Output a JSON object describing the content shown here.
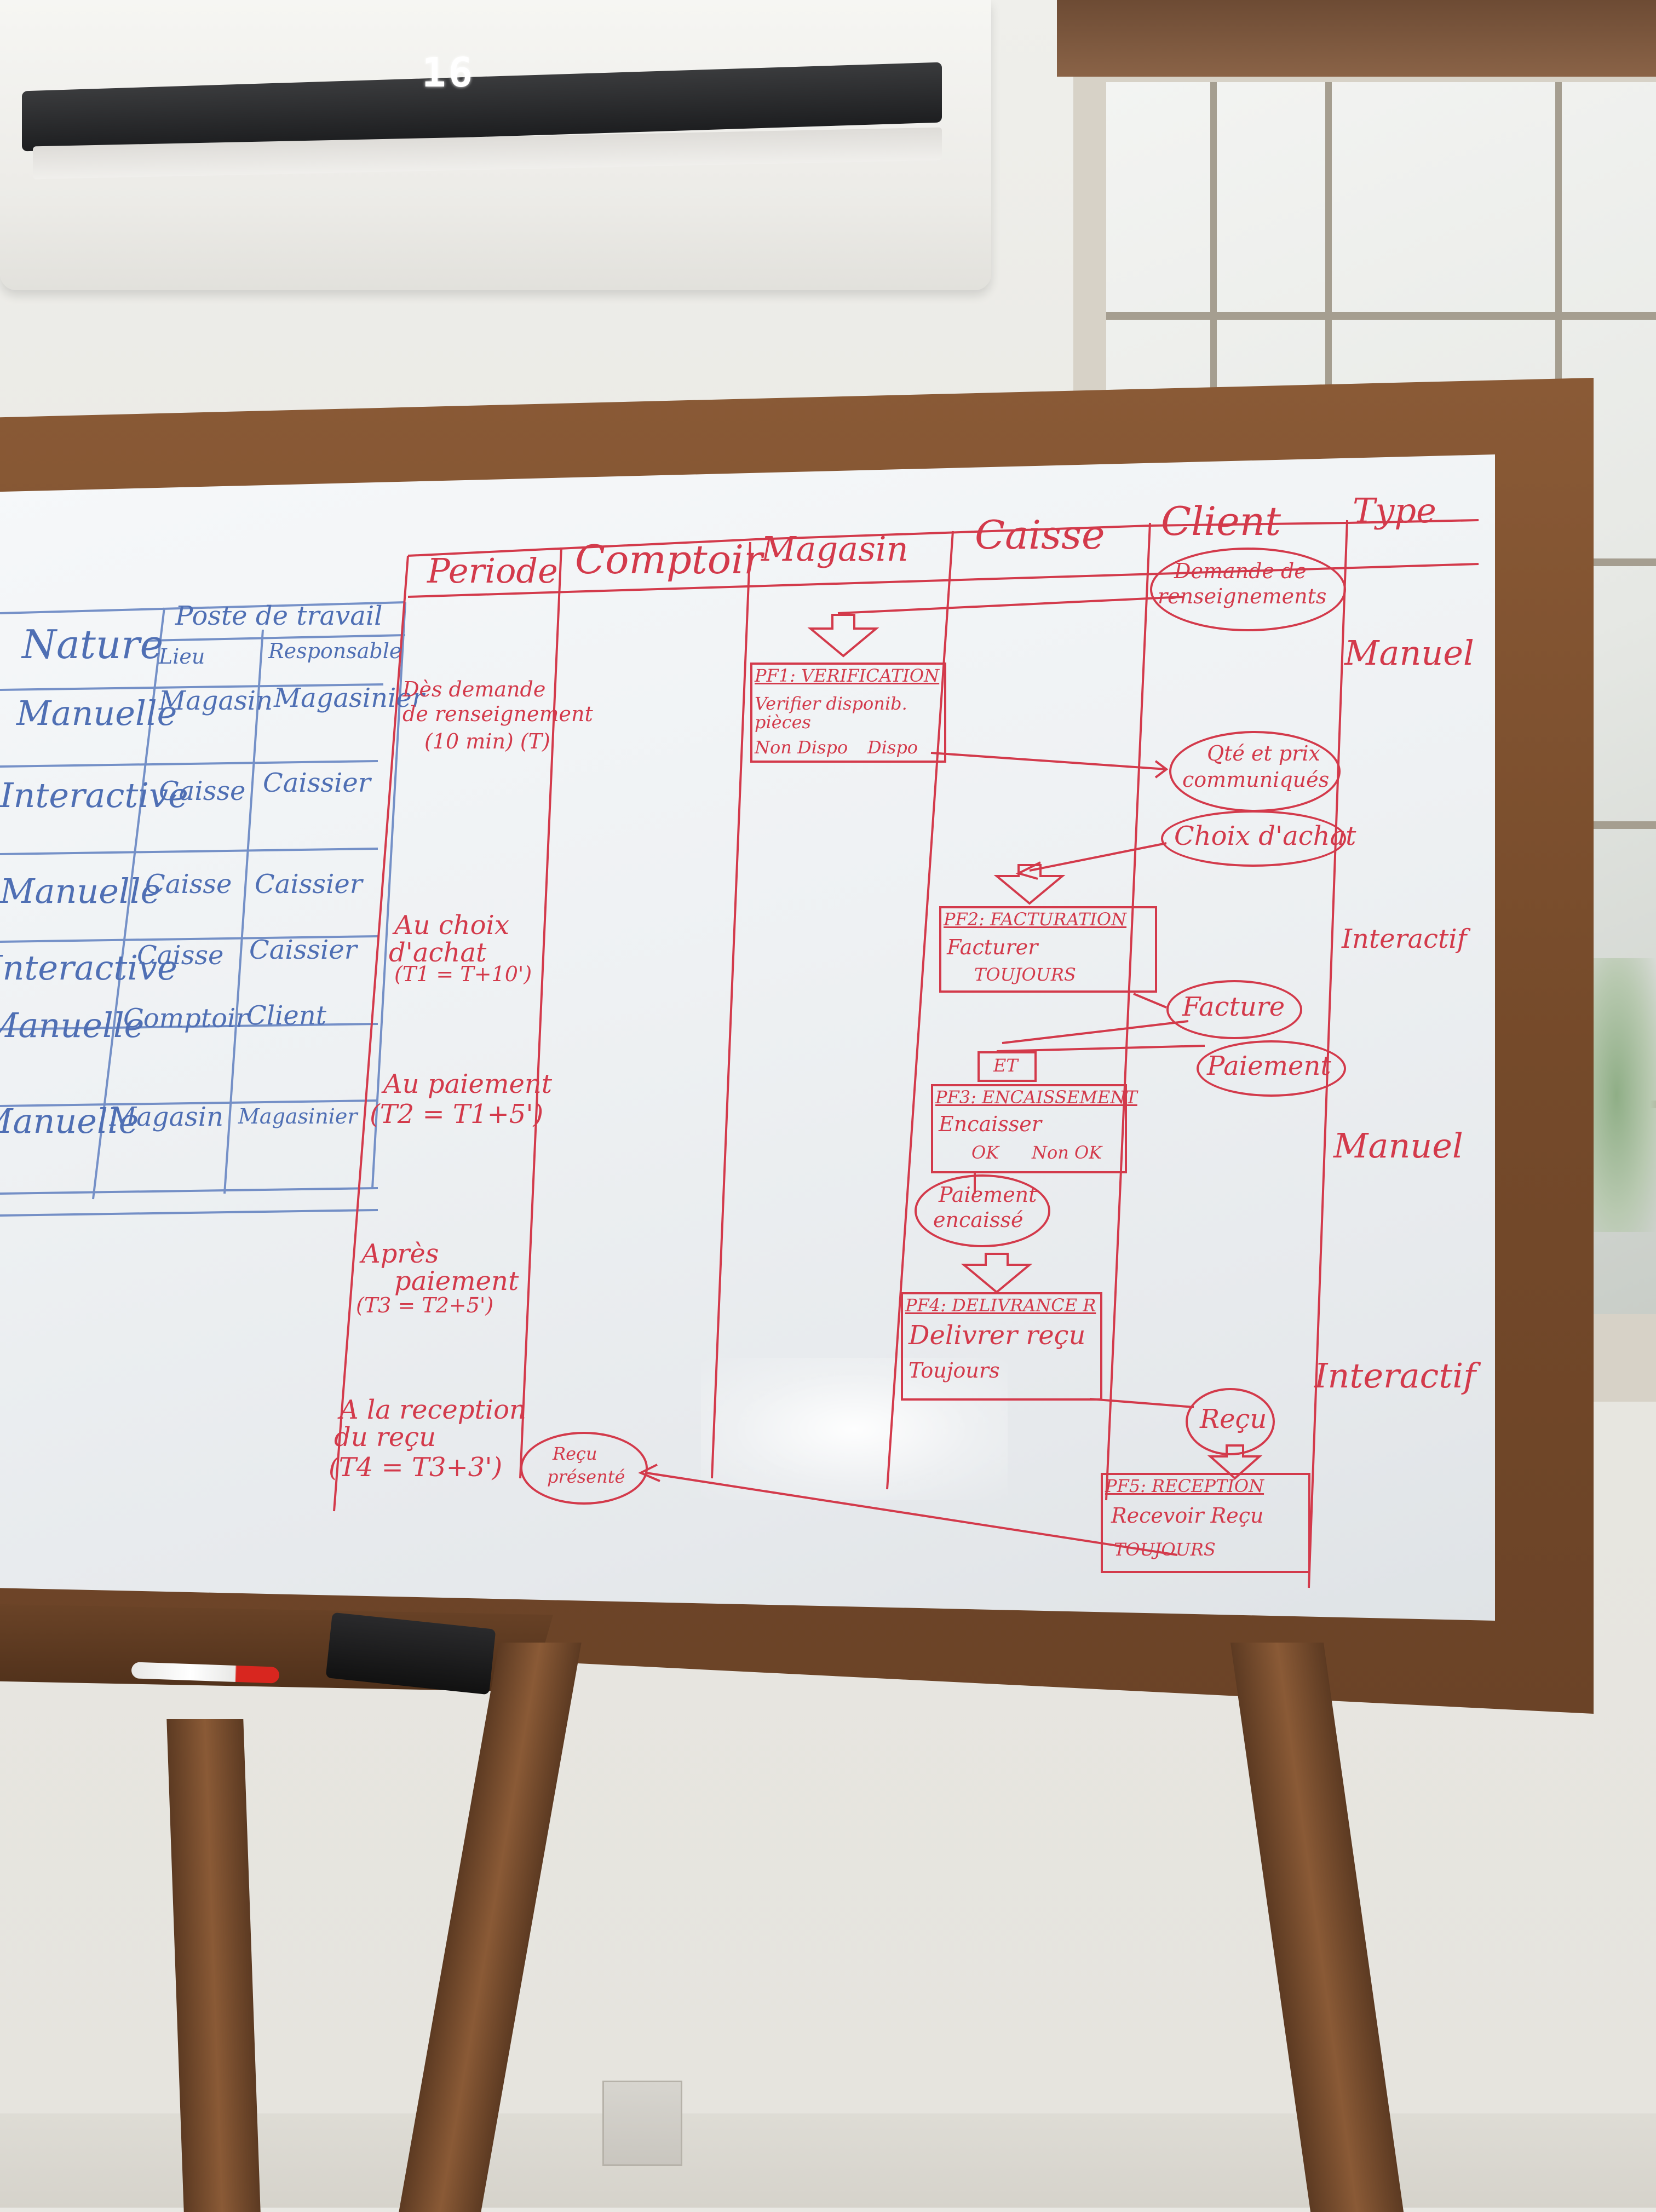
{
  "ac": {
    "temperature": "16"
  },
  "left_table": {
    "headers": {
      "nature": "Nature",
      "poste": "Poste de travail",
      "lieu": "Lieu",
      "responsable": "Responsable"
    },
    "rows": [
      {
        "nature": "Manuelle",
        "lieu": "Magasin",
        "responsable": "Magasinier"
      },
      {
        "nature": "Interactive",
        "lieu": "Caisse",
        "responsable": "Caissier"
      },
      {
        "nature": "Manuelle",
        "lieu": "Caisse",
        "responsable": "Caissier"
      },
      {
        "nature": "Interactive",
        "lieu": "Caisse",
        "responsable": "Caissier"
      },
      {
        "nature": "Manuelle",
        "lieu": "Comptoir",
        "responsable": "Client"
      },
      {
        "nature": "Manuelle",
        "lieu": "Magasin",
        "responsable": "Magasinier"
      }
    ]
  },
  "diagram": {
    "columns": [
      "Periode",
      "Comptoir",
      "Magasin",
      "Caisse",
      "Client",
      "Type"
    ],
    "periods": [
      {
        "line1": "Dès demande",
        "line2": "de renseignement",
        "line3": "(10 min) (T)"
      },
      {
        "line1": "Au choix",
        "line2": "d'achat",
        "line3": "(T1 = T+10')"
      },
      {
        "line1": "Au paiement",
        "line2": "(T2 = T1+5')"
      },
      {
        "line1": "Après",
        "line2": "paiement",
        "line3": "(T3 = T2+5')"
      },
      {
        "line1": "A la reception",
        "line2": "du reçu",
        "line3": "(T4 = T3+3')"
      }
    ],
    "types": [
      "Manuel",
      "Interactif",
      "Manuel",
      "Interactif"
    ],
    "client_events": {
      "demande": {
        "line1": "Demande de",
        "line2": "renseignements"
      },
      "qte_prix": {
        "line1": "Qté et prix",
        "line2": "communiqués"
      },
      "choix": "Choix d'achat",
      "facture": "Facture",
      "paiement": "Paiement",
      "recu": "Reçu"
    },
    "caisse_events": {
      "paiement_encaisse": {
        "line1": "Paiement",
        "line2": "encaissé"
      },
      "et": "ET"
    },
    "comptoir_event": {
      "line1": "Reçu",
      "line2": "présenté"
    },
    "processes": [
      {
        "title": "PF1: VERIFICATION",
        "action": "Verifier disponib. pièces",
        "out_left": "Non Dispo",
        "out_right": "Dispo"
      },
      {
        "title": "PF2: FACTURATION",
        "action": "Facturer",
        "rule": "TOUJOURS"
      },
      {
        "title": "PF3: ENCAISSEMENT",
        "action": "Encaisser",
        "out_left": "OK",
        "out_right": "Non OK"
      },
      {
        "title": "PF4: DELIVRANCE R",
        "action": "Delivrer reçu",
        "rule": "Toujours"
      },
      {
        "title": "PF5: RECEPTION",
        "action": "Recevoir Reçu",
        "rule": "TOUJOURS"
      }
    ]
  },
  "colors": {
    "marker_red": "#d33a4b",
    "marker_blue": "#4f6fb4",
    "frame_wood": "#754a2a"
  }
}
